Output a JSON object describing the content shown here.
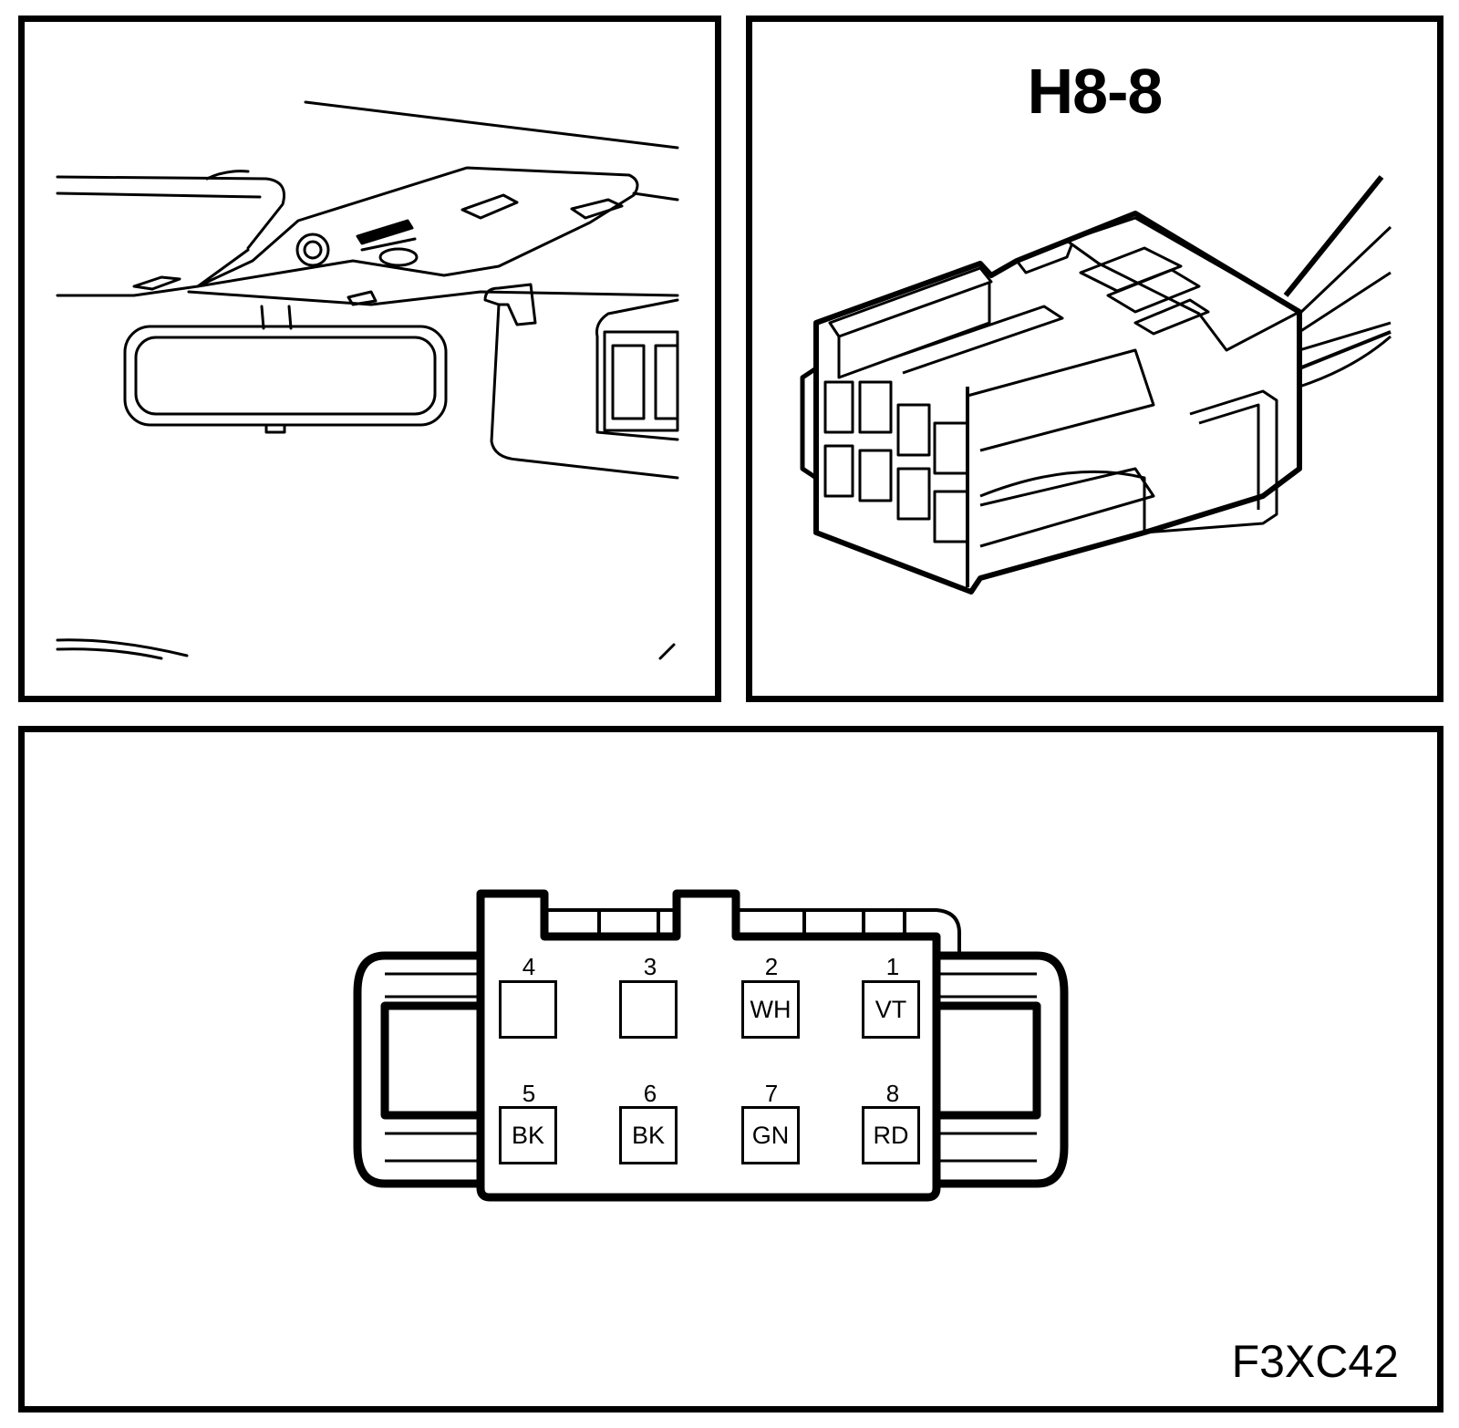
{
  "connector": {
    "title": "H8-8",
    "pins": [
      {
        "number": "4",
        "wire": ""
      },
      {
        "number": "3",
        "wire": ""
      },
      {
        "number": "2",
        "wire": "WH"
      },
      {
        "number": "1",
        "wire": "VT"
      },
      {
        "number": "5",
        "wire": "BK"
      },
      {
        "number": "6",
        "wire": "BK"
      },
      {
        "number": "7",
        "wire": "GN"
      },
      {
        "number": "8",
        "wire": "RD"
      }
    ]
  },
  "figure_code": "F3XC42"
}
